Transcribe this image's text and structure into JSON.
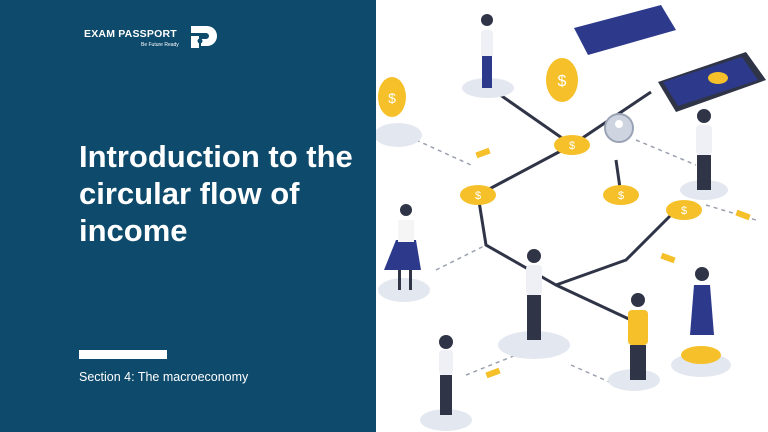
{
  "logo": {
    "name": "EXAM PASSPORT",
    "tagline": "Be Future Ready"
  },
  "slide": {
    "title": "Introduction to the circular flow of income",
    "subtitle": "Section 4: The macroeconomy"
  },
  "colors": {
    "panel": "#0d4a6b",
    "coin": "#f5c02a",
    "accent": "#2d3a8c"
  },
  "illustration": {
    "coin_symbol": "$"
  }
}
